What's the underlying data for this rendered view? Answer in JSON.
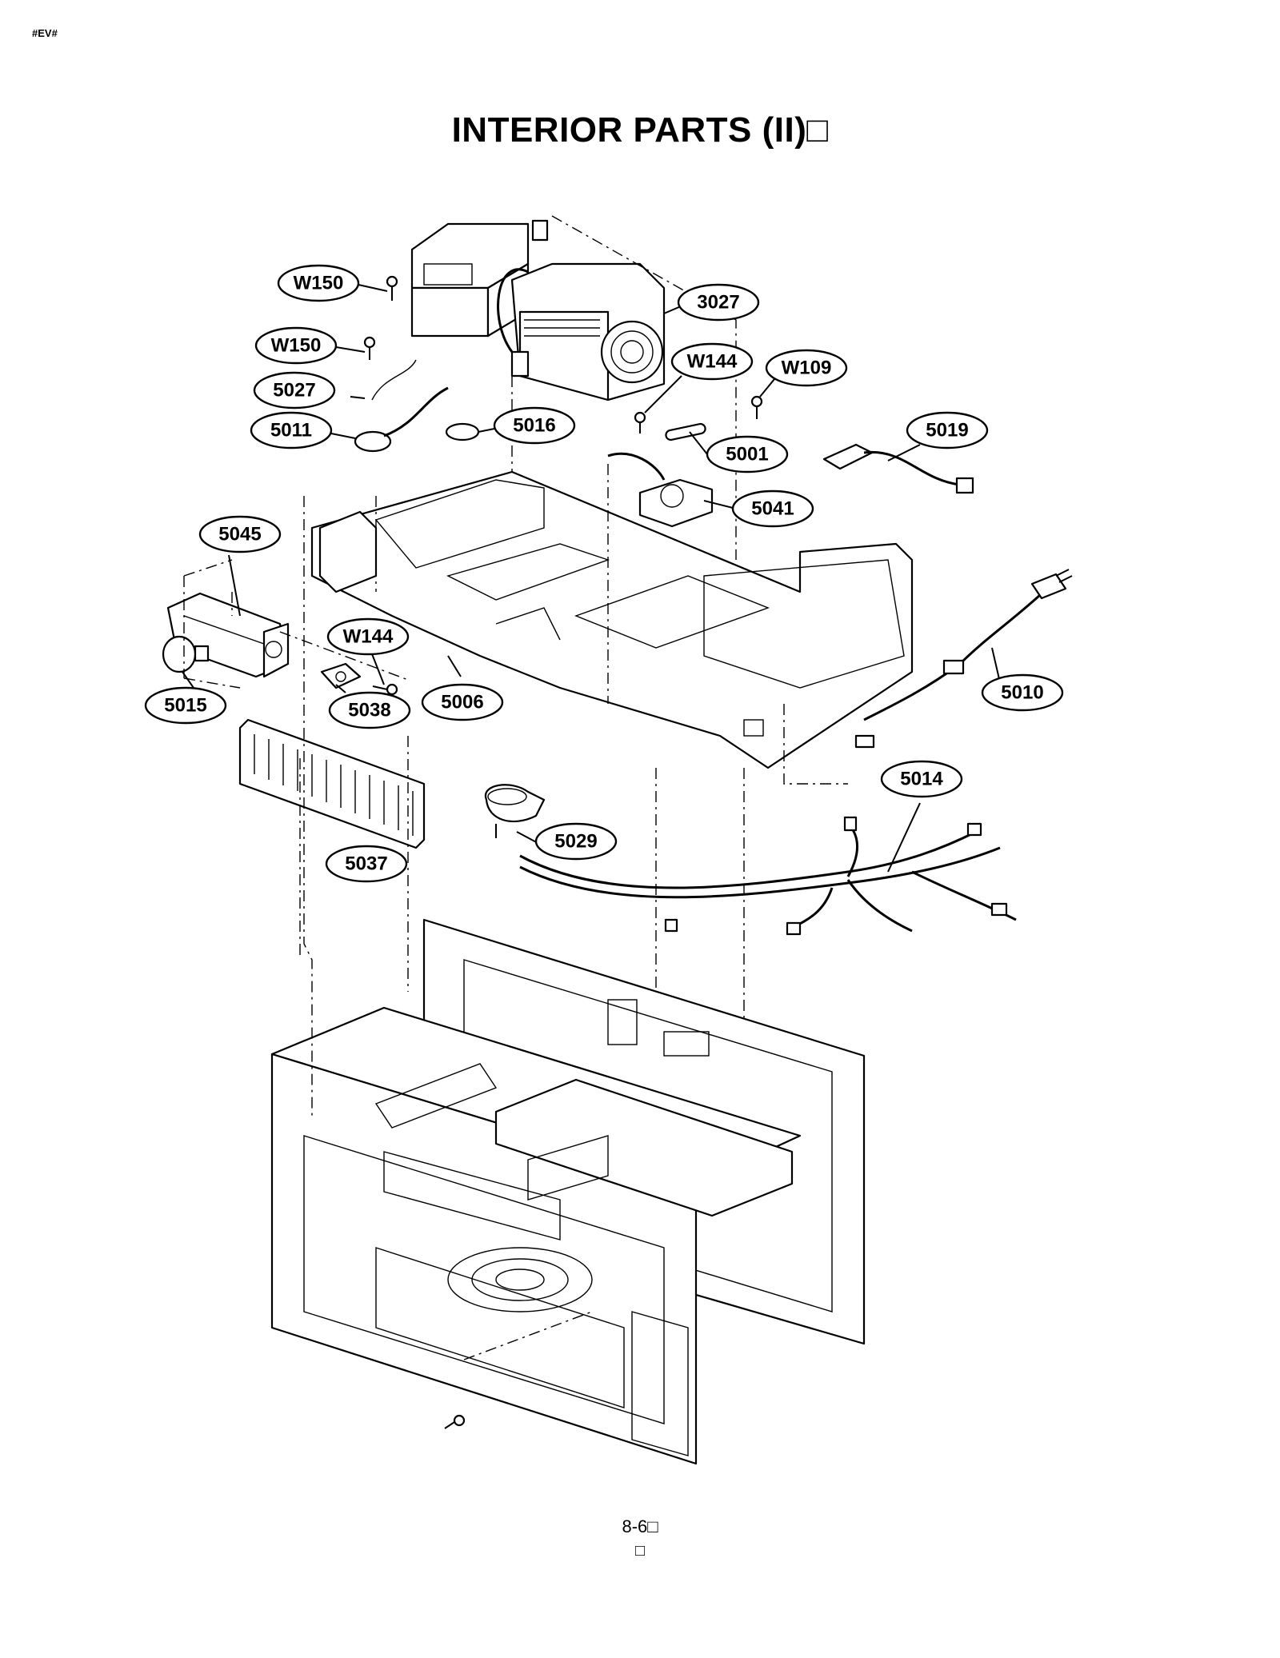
{
  "page": {
    "corner_mark": "#EV#",
    "title": "INTERIOR PARTS (II)□",
    "page_number": "8-6□",
    "footer_mark": "□"
  },
  "callouts": [
    {
      "id": "W150a",
      "label": "W150"
    },
    {
      "id": "W150b",
      "label": "W150"
    },
    {
      "id": "5027",
      "label": "5027"
    },
    {
      "id": "5011",
      "label": "5011"
    },
    {
      "id": "5016",
      "label": "5016"
    },
    {
      "id": "3027",
      "label": "3027"
    },
    {
      "id": "W144a",
      "label": "W144"
    },
    {
      "id": "W109",
      "label": "W109"
    },
    {
      "id": "5001",
      "label": "5001"
    },
    {
      "id": "5019",
      "label": "5019"
    },
    {
      "id": "5041",
      "label": "5041"
    },
    {
      "id": "5045",
      "label": "5045"
    },
    {
      "id": "W144b",
      "label": "W144"
    },
    {
      "id": "5015",
      "label": "5015"
    },
    {
      "id": "5038",
      "label": "5038"
    },
    {
      "id": "5006",
      "label": "5006"
    },
    {
      "id": "5010",
      "label": "5010"
    },
    {
      "id": "5014",
      "label": "5014"
    },
    {
      "id": "5029",
      "label": "5029"
    },
    {
      "id": "5037",
      "label": "5037"
    }
  ]
}
